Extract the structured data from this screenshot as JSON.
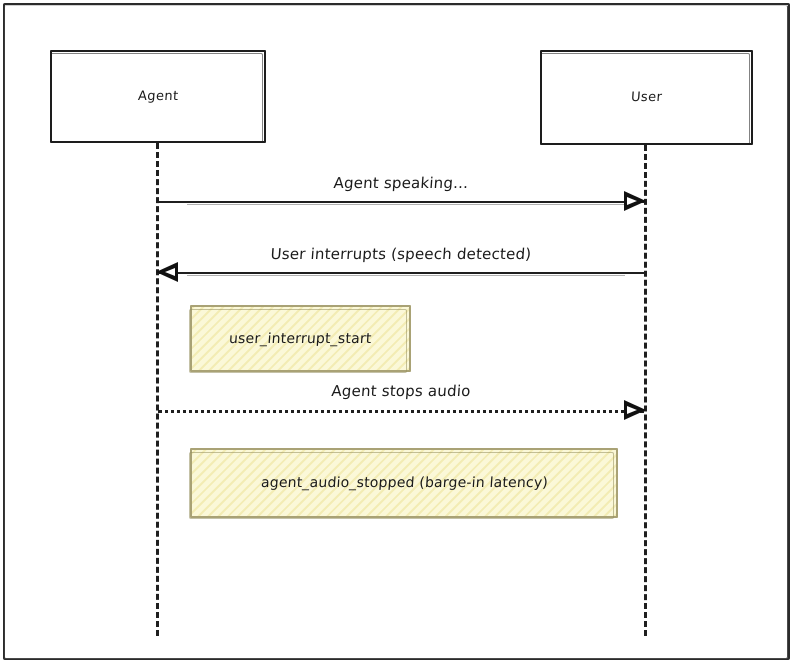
{
  "diagram": {
    "type": "sequence-diagram",
    "style": "hand-drawn",
    "background_color": "#ffffff",
    "frame_color": "#2b2b2b",
    "note_fill_color": "#fbf8d8",
    "note_border_color": "#a9a275",
    "line_color": "#1f1f1f"
  },
  "participants": [
    {
      "id": "agent",
      "label": "Agent"
    },
    {
      "id": "user",
      "label": "User"
    }
  ],
  "messages": [
    {
      "label": "Agent speaking…",
      "from": "agent",
      "to": "user",
      "direction": "right",
      "line_style": "solid"
    },
    {
      "label": "User interrupts (speech detected)",
      "from": "user",
      "to": "agent",
      "direction": "left",
      "line_style": "solid"
    },
    {
      "label": "Agent stops audio",
      "from": "agent",
      "to": "user",
      "direction": "right",
      "line_style": "dotted"
    }
  ],
  "notes": [
    {
      "label": "user_interrupt_start",
      "over": "agent"
    },
    {
      "label": "agent_audio_stopped (barge-in latency)",
      "over": "agent"
    }
  ]
}
